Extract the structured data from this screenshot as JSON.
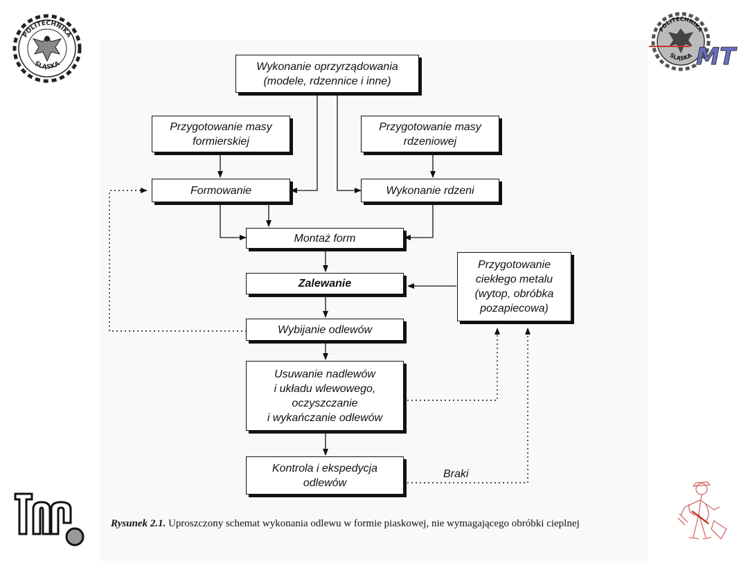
{
  "logos": {
    "left_seal_top": "POLITECHNIKA",
    "left_seal_bottom": "ŚLĄSKA",
    "right_seal_top": "POLITECHNIKA",
    "right_seal_bottom": "ŚLĄSKA",
    "right_mark": "MT"
  },
  "boxes": {
    "oprzyrzadowanie": "Wykonanie oprzyrządowania\n(modele, rdzennice i inne)",
    "masa_formierska": "Przygotowanie masy\nformierskiej",
    "masa_rdzeniowa": "Przygotowanie masy\nrdzeniowej",
    "formowanie": "Formowanie",
    "rdzenie": "Wykonanie rdzeni",
    "montaz": "Montaż form",
    "zalewanie": "Zalewanie",
    "metal": "Przygotowanie\nciekłego metalu\n(wytop, obróbka\npozapiecowa)",
    "wybijanie": "Wybijanie odlewów",
    "usuwanie": "Usuwanie nadlewów\ni układu wlewowego,\noczyszczanie\ni wykańczanie odlewów",
    "kontrola": "Kontrola i ekspedycja\nodlewów"
  },
  "labels": {
    "braki": "Braki"
  },
  "caption": {
    "prefix": "Rysunek 2.1.",
    "text": " Uproszczony schemat wykonania odlewu w formie piaskowej, nie wymagającego obróbki cieplnej"
  },
  "icons": {
    "left_seal": "eagle-gear-seal-icon",
    "right_seal": "eagle-gear-seal-icon",
    "bottom_left": "tm-logo-icon",
    "bottom_right": "foundry-worker-icon"
  }
}
